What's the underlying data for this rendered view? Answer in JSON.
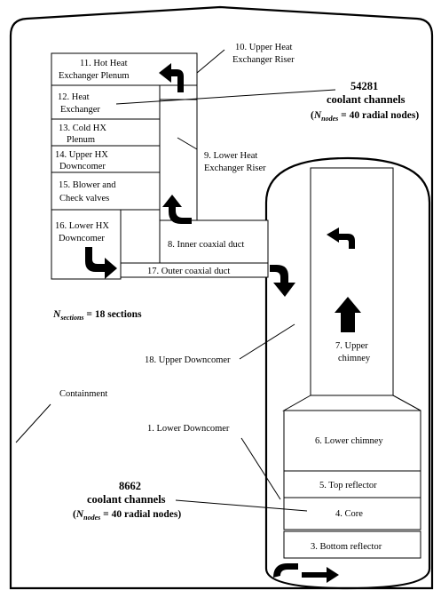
{
  "components": {
    "c1": "1. Lower Downcomer",
    "c3": "3. Bottom reflector",
    "c4": "4. Core",
    "c5": "5. Top reflector",
    "c6": "6. Lower chimney",
    "c7a": "7. Upper",
    "c7b": "chimney",
    "c8": "8. Inner coaxial duct",
    "c9a": "9. Lower Heat",
    "c9b": "Exchanger Riser",
    "c10a": "10. Upper Heat",
    "c10b": "Exchanger Riser",
    "c11a": "11. Hot Heat",
    "c11b": "Exchanger Plenum",
    "c12a": "12. Heat",
    "c12b": "Exchanger",
    "c13a": "13. Cold HX",
    "c13b": "Plenum",
    "c14a": "14. Upper HX",
    "c14b": "Downcomer",
    "c15a": "15. Blower and",
    "c15b": "Check valves",
    "c16a": "16. Lower HX",
    "c16b": "Downcomer",
    "c17": "17. Outer coaxial duct",
    "c18": "18. Upper Downcomer",
    "containment": "Containment"
  },
  "annotations": {
    "hx_channels_count": "54281",
    "hx_channels_text": "coolant channels",
    "hx_nodes_prefix": "(",
    "hx_nodes_var": "N",
    "hx_nodes_sub": "nodes",
    "hx_nodes_rest": " = 40 radial nodes)",
    "core_channels_count": "8662",
    "core_channels_text": "coolant channels",
    "core_nodes_prefix": "(",
    "core_nodes_var": "N",
    "core_nodes_sub": "nodes",
    "core_nodes_rest": " = 40 radial nodes)",
    "sections_var": "N",
    "sections_sub": "sections",
    "sections_rest": " = 18 sections"
  }
}
